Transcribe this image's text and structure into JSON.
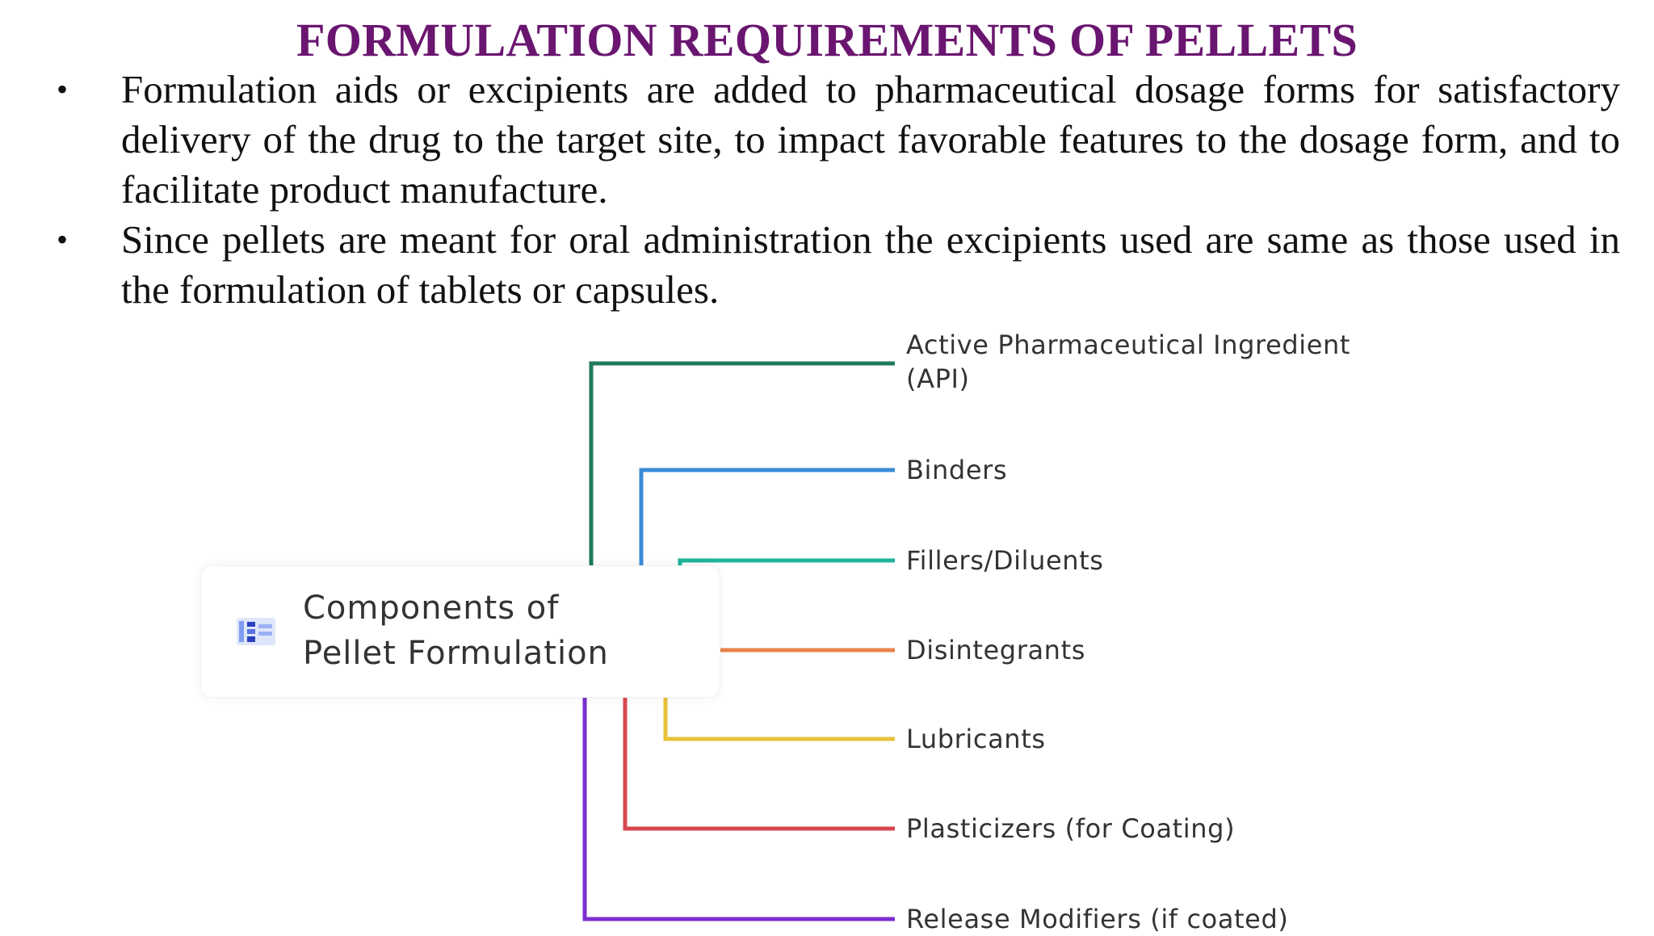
{
  "title": "FORMULATION REQUIREMENTS OF PELLETS",
  "bullet_symbol": "•",
  "bullets": [
    "Formulation aids or excipients are added to pharmaceutical dosage forms for satisfactory delivery of the drug to the target site, to impact favorable features to the dosage form, and to facilitate product manufacture.",
    "Since pellets are meant for oral administration the excipients used are same as those used in the formulation of tablets or capsules."
  ],
  "diagram": {
    "root": {
      "line1": "Components of",
      "line2": "Pellet Formulation",
      "icon": "chart-table-icon"
    },
    "branches": [
      {
        "line1": "Active Pharmaceutical Ingredient",
        "line2": "(API)",
        "color": "#1f7a5c"
      },
      {
        "line1": "Binders",
        "color": "#3a8bd6"
      },
      {
        "line1": "Fillers/Diluents",
        "color": "#1fb39a"
      },
      {
        "line1": "Disintegrants",
        "color": "#e8844a"
      },
      {
        "line1": "Lubricants",
        "color": "#e8c23a"
      },
      {
        "line1": "Plasticizers (for Coating)",
        "color": "#d9474e"
      },
      {
        "line1": "Release Modifiers (if coated)",
        "color": "#7b2fd1"
      }
    ]
  },
  "colors": {
    "title": "#6a1670",
    "body_text": "#111111",
    "diagram_text": "#333333"
  }
}
